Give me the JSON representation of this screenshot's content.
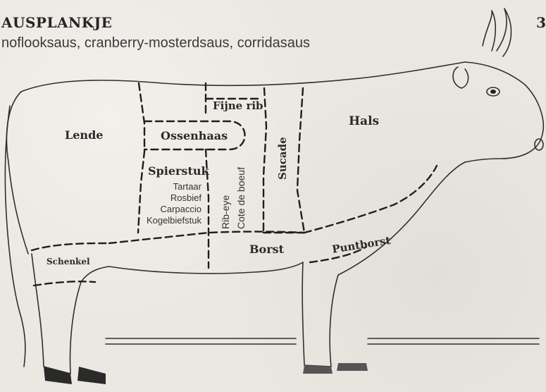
{
  "header": {
    "title": "AUSPLANKJE",
    "subtitle": "noflooksaus, cranberry-mosterdsaus, corridasaus",
    "page_number": "3"
  },
  "cuts": {
    "lende": "Lende",
    "fijne_rib": "Fijne rib",
    "ossenhaas": "Ossenhaas",
    "hals": "Hals",
    "spierstuk": "Spierstuk",
    "sucade": "Sucade",
    "borst": "Borst",
    "puntborst": "Puntborst",
    "schenkel": "Schenkel"
  },
  "spierstuk_items": [
    "Tartaar",
    "Rosbief",
    "Carpaccio",
    "Kogelbiefstuk"
  ],
  "rib_items": {
    "rib_eye": "Rib-eye",
    "cote_de_boeuf": "Cote de boeuf"
  }
}
